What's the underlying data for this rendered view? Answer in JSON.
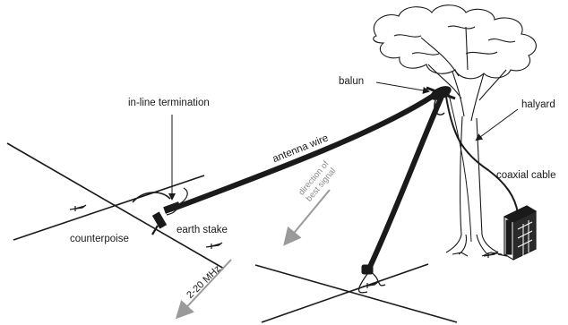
{
  "labels": {
    "balun": "balun",
    "halyard": "halyard",
    "in_line_termination": "in-line termination",
    "antenna_wire": "antenna wire",
    "coaxial_cable": "coaxial cable",
    "counterpoise": "counterpoise",
    "earth_stake": "earth stake",
    "direction_line1": "direction of",
    "direction_line2": "best signal",
    "frequency": "2-20 MHz"
  },
  "colors": {
    "ink": "#1a1a1a",
    "arrow_grey": "#9a9a9a",
    "background": "#ffffff"
  }
}
